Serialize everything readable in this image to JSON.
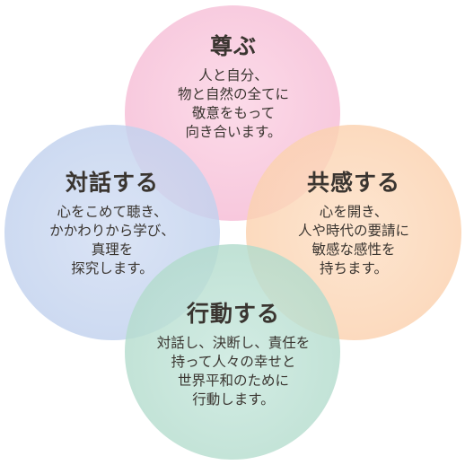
{
  "circles": {
    "top": {
      "title": "尊ぶ",
      "text": "人と自分、\n物と自然の全てに\n敬意をもって\n向き合います。",
      "color": "#f6bdd6"
    },
    "left": {
      "title": "対話する",
      "text": "心をこめて聴き、\nかかわりから学び、\n真理を\n探究します。",
      "color": "#c2d2ee"
    },
    "right": {
      "title": "共感する",
      "text": "心を開き、\n人や時代の要請に\n敏感な感性を\n持ちます。",
      "color": "#fbd2b0"
    },
    "bottom": {
      "title": "行動する",
      "text": "対話し、決断し、責任を\n持って人々の幸せと\n世界平和のために\n行動します。",
      "color": "#b4dccd"
    }
  }
}
